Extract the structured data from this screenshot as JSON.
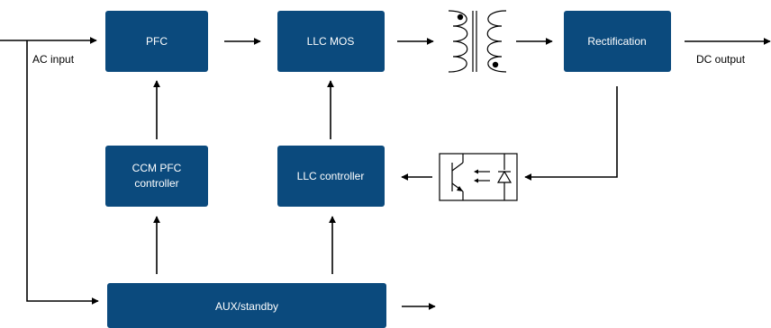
{
  "colors": {
    "block": "#0b4a7d",
    "line": "#000000",
    "background": "#ffffff"
  },
  "blocks": {
    "pfc": "PFC",
    "llc_mos": "LLC MOS",
    "rectification": "Rectification",
    "ccm_pfc_controller": [
      "CCM PFC",
      "controller"
    ],
    "llc_controller": "LLC controller",
    "aux_standby": "AUX/standby"
  },
  "io_labels": {
    "input": "AC input",
    "output": "DC output"
  },
  "icons": {
    "transformer": "transformer-icon",
    "optocoupler": "optocoupler-icon"
  }
}
